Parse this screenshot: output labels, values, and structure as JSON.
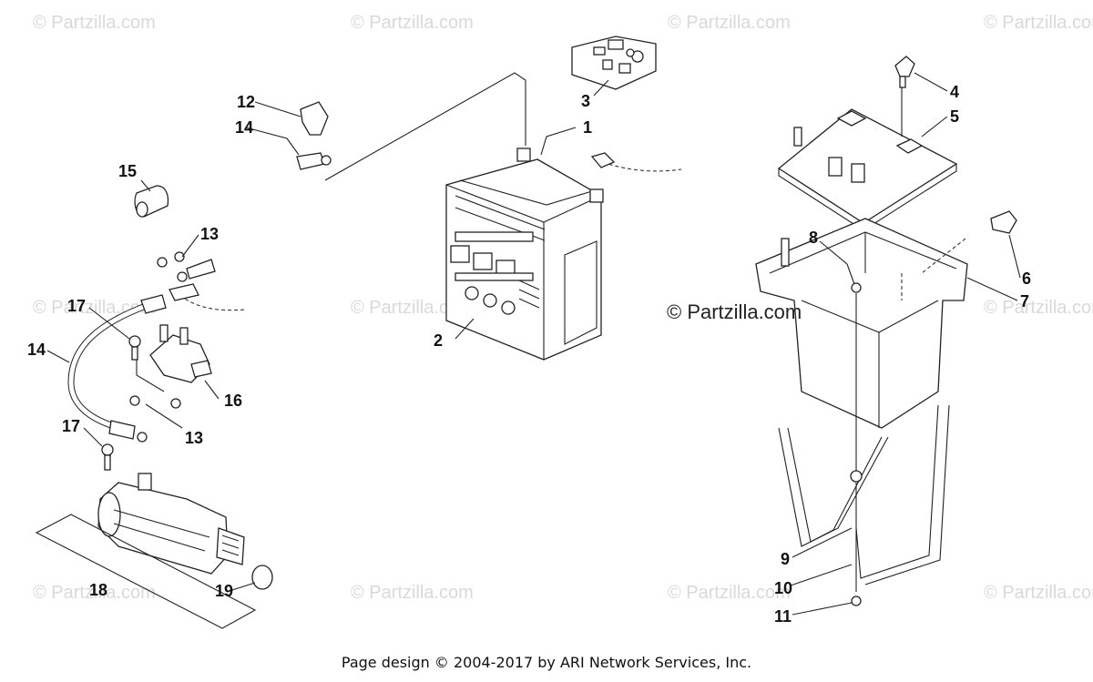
{
  "watermark": "© Partzilla.com",
  "watermark_center": "© Partzilla.com",
  "footer": "Page design © 2004-2017 by ARI Network Services, Inc.",
  "callouts": {
    "c1": "1",
    "c2": "2",
    "c3": "3",
    "c4": "4",
    "c5": "5",
    "c6": "6",
    "c7": "7",
    "c8": "8",
    "c9": "9",
    "c10": "10",
    "c11": "11",
    "c12": "12",
    "c13a": "13",
    "c13b": "13",
    "c14a": "14",
    "c14b": "14",
    "c15": "15",
    "c16": "16",
    "c17a": "17",
    "c17b": "17",
    "c18": "18",
    "c19": "19"
  }
}
